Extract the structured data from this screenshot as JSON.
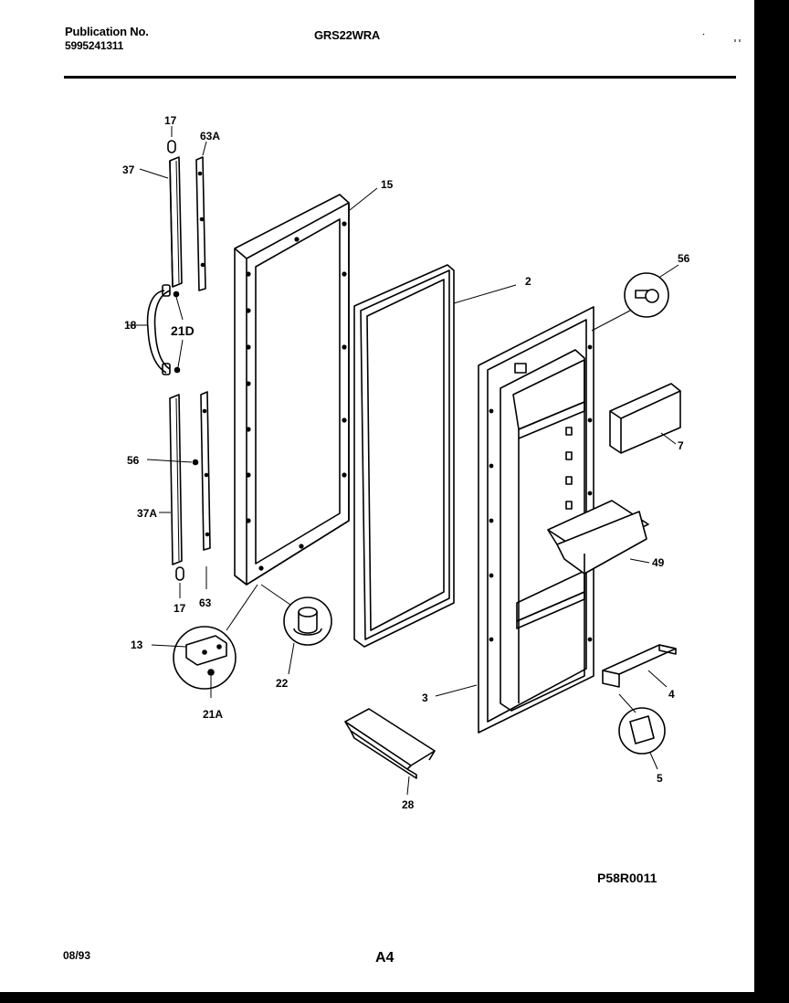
{
  "header": {
    "publication_label": "Publication No.",
    "publication_number": "5995241311",
    "model": "GRS22WRA"
  },
  "callouts": {
    "c17_top": "17",
    "c63A": "63A",
    "c37": "37",
    "c15": "15",
    "c2": "2",
    "c56_right": "56",
    "c18": "18",
    "c21D": "21D",
    "c7": "7",
    "c56_left": "56",
    "c37A": "37A",
    "c49": "49",
    "c17_bottom": "17",
    "c63": "63",
    "c13": "13",
    "c22": "22",
    "c21A": "21A",
    "c4": "4",
    "c3": "3",
    "c5": "5",
    "c28": "28"
  },
  "footer": {
    "diagram_code": "P58R0011",
    "date": "08/93",
    "page": "A4"
  }
}
